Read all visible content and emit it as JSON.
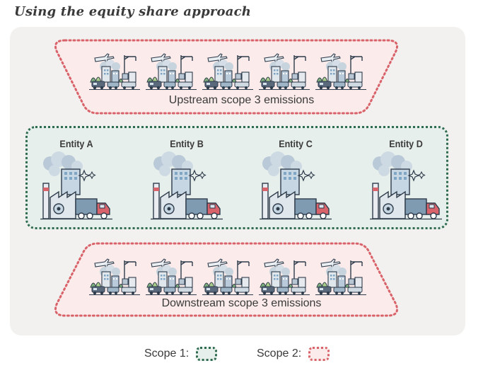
{
  "title": "Using the equity share approach",
  "upstream": {
    "label": "Upstream scope 3 emissions",
    "icon": "industrial-city-scene-icon",
    "count": 5
  },
  "downstream": {
    "label": "Downstream scope 3 emissions",
    "icon": "industrial-city-scene-icon",
    "count": 5
  },
  "entities": [
    {
      "label": "Entity A",
      "icon": "factory-with-truck-icon"
    },
    {
      "label": "Entity B",
      "icon": "factory-with-truck-icon"
    },
    {
      "label": "Entity C",
      "icon": "factory-with-truck-icon"
    },
    {
      "label": "Entity D",
      "icon": "factory-with-truck-icon"
    }
  ],
  "legend": {
    "scope1": {
      "label": "Scope 1:",
      "color": "#2f6b4f"
    },
    "scope2": {
      "label": "Scope 2:",
      "color": "#d9636a"
    }
  }
}
